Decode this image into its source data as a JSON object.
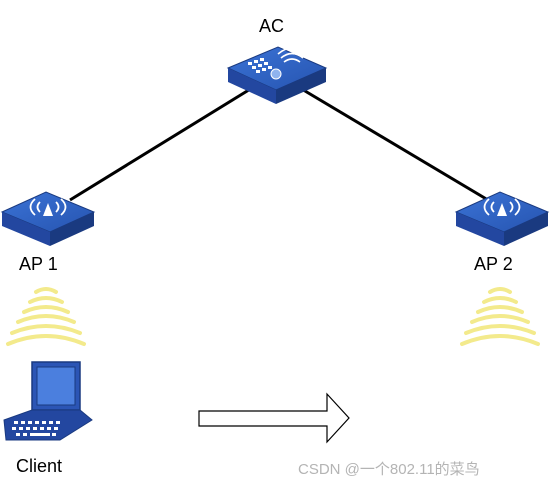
{
  "nodes": {
    "ac": {
      "label": "AC",
      "icon": "access-controller-icon"
    },
    "ap1": {
      "label": "AP 1",
      "icon": "access-point-icon"
    },
    "ap2": {
      "label": "AP 2",
      "icon": "access-point-icon"
    },
    "client": {
      "label": "Client",
      "icon": "laptop-icon"
    }
  },
  "links": [
    {
      "from": "ac",
      "to": "ap1"
    },
    {
      "from": "ac",
      "to": "ap2"
    }
  ],
  "signals": [
    {
      "source": "ap1",
      "icon": "wireless-signal-icon"
    },
    {
      "source": "ap2",
      "icon": "wireless-signal-icon"
    }
  ],
  "roaming_arrow": {
    "icon": "roaming-arrow-icon",
    "direction": "right"
  },
  "watermark": "CSDN @一个802.11的菜鸟",
  "colors": {
    "device_top": "#2f63c4",
    "device_side": "#1e3f8a",
    "device_front": "#2850a8",
    "signal": "#f3ea8c",
    "link": "#000000"
  }
}
